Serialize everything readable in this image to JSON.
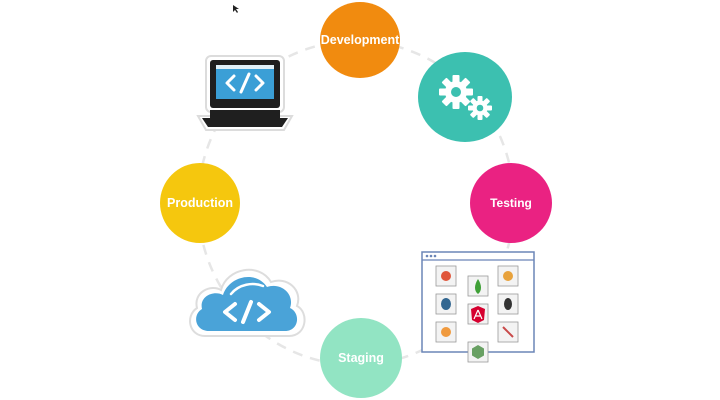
{
  "stages": {
    "development": {
      "label": "Development",
      "color": "#f18b0f"
    },
    "testing": {
      "label": "Testing",
      "color": "#ea2282"
    },
    "staging": {
      "label": "Staging",
      "color": "#92e4c3"
    },
    "production": {
      "label": "Production",
      "color": "#f5c70e"
    }
  },
  "icons": {
    "laptop": "laptop-code-icon",
    "gears": "gears-icon",
    "cloud": "cloud-code-icon",
    "app_window": "application-stack-window-icon",
    "cursor": "mouse-cursor-icon"
  },
  "colors": {
    "gear_circle": "#3cc0b0",
    "laptop_screen": "#3b9fd6",
    "cloud": "#4aa3d8",
    "ring": "#e6e6e6"
  }
}
